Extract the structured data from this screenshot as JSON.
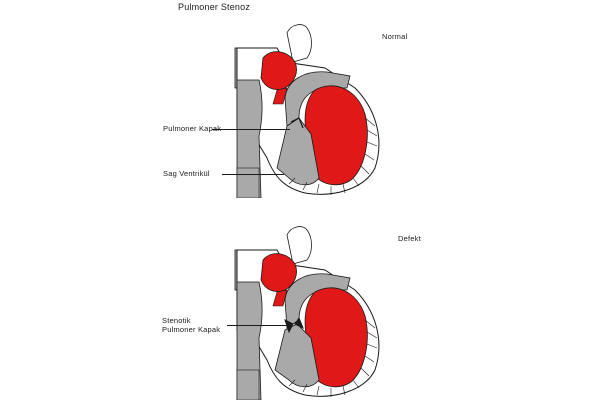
{
  "title": "Pulmoner Stenoz",
  "panels": [
    {
      "caption": "Normal",
      "labels": {
        "pulmonary_valve": "Pulmoner Kapak",
        "right_ventricle": "Sag Ventrikül"
      }
    },
    {
      "caption": "Defekt",
      "labels": {
        "stenotic_valve_line1": "Stenotik",
        "stenotic_valve_line2": "Pulmoner Kapak"
      }
    }
  ],
  "colors": {
    "oxygenated": "#e01818",
    "deoxygenated": "#a9a9a9",
    "outline": "#1a1a1a",
    "background": "#ffffff"
  }
}
